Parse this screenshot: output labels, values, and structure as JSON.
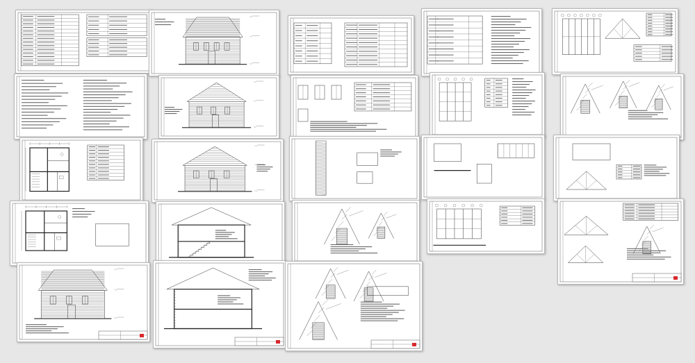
{
  "colors": {
    "background": "#e7e7e7",
    "paper": "#ffffff",
    "ink": "#333333",
    "stamp": "#d8282c"
  },
  "sheets": [
    {
      "id": "s01",
      "kind": "table-sheet"
    },
    {
      "id": "s02",
      "kind": "text-sheet"
    },
    {
      "id": "s03",
      "kind": "floorplan"
    },
    {
      "id": "s04",
      "kind": "floorplan-detail"
    },
    {
      "id": "s05",
      "kind": "facade-front"
    },
    {
      "id": "s06",
      "kind": "facade-side"
    },
    {
      "id": "s07",
      "kind": "facade-gable"
    },
    {
      "id": "s08",
      "kind": "facade-gable-2"
    },
    {
      "id": "s09",
      "kind": "section-stairs"
    },
    {
      "id": "s10",
      "kind": "section-roof"
    },
    {
      "id": "s11",
      "kind": "windows-spec"
    },
    {
      "id": "s12",
      "kind": "windows-table"
    },
    {
      "id": "s13",
      "kind": "wall-detail"
    },
    {
      "id": "s14",
      "kind": "node-details"
    },
    {
      "id": "s15",
      "kind": "roof-nodes"
    },
    {
      "id": "s16",
      "kind": "notes-sheet"
    },
    {
      "id": "s17",
      "kind": "foundation-plan"
    },
    {
      "id": "s18",
      "kind": "beam-details"
    },
    {
      "id": "s19",
      "kind": "framing-plan"
    },
    {
      "id": "s20",
      "kind": "rafter-plan"
    },
    {
      "id": "s21",
      "kind": "rafter-nodes"
    },
    {
      "id": "s22",
      "kind": "truss-details"
    },
    {
      "id": "s23",
      "kind": "truss-details-2"
    }
  ]
}
